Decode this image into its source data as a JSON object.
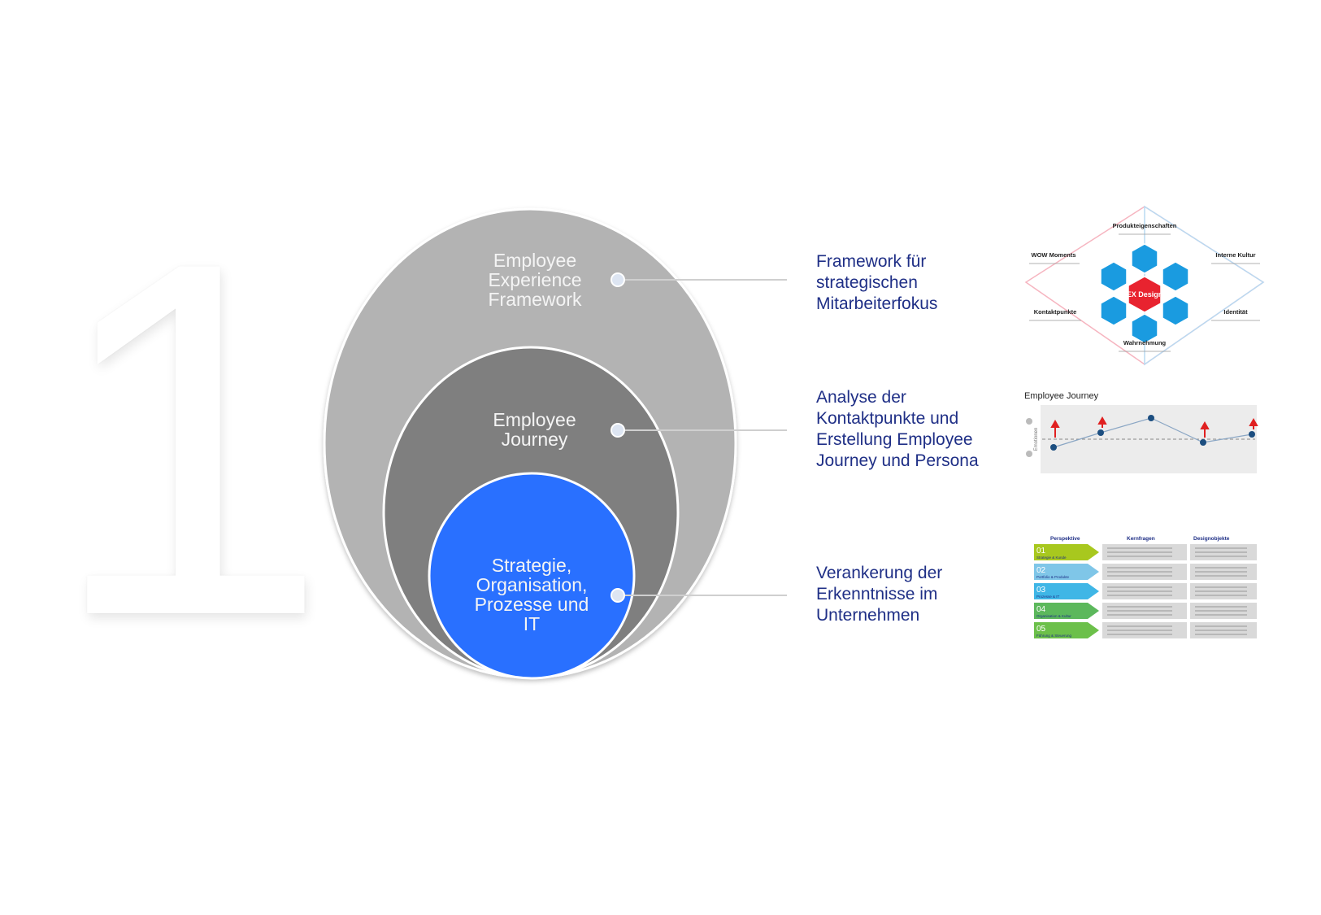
{
  "step_number": "1",
  "layers": {
    "outer": {
      "label": "Employee Experience Framework",
      "fill": "#b3b3b3"
    },
    "middle": {
      "label": "Employee Journey",
      "fill": "#7f7f7f"
    },
    "inner": {
      "label": "Strategie, Organisation, Prozesse und IT",
      "fill": "#2970ff"
    }
  },
  "descriptions": [
    "Framework für strategischen Mitarbeiterfokus",
    "Analyse der Kontaktpunkte und Erstellung Employee Journey und Persona",
    "Verankerung der Erkenntnisse im Unternehmen"
  ],
  "thumb_framework": {
    "center": "EX Design",
    "corners": [
      "Produkteigenschaften",
      "WOW Moments",
      "Interne Kultur",
      "Kontaktpunkte",
      "Identität",
      "Wahrnehmung"
    ]
  },
  "thumb_journey": {
    "title": "Employee Journey",
    "axis": "Emotionen"
  },
  "thumb_table": {
    "headers": [
      "Perspektive",
      "Kernfragen",
      "Designobjekte"
    ],
    "rows": [
      {
        "num": "01",
        "label": "Strategie & Kunde",
        "color": "#a8c81e"
      },
      {
        "num": "02",
        "label": "Portfolio & Produkte",
        "color": "#7fc6e8"
      },
      {
        "num": "03",
        "label": "Prozesse & IT",
        "color": "#3fb6e6"
      },
      {
        "num": "04",
        "label": "Organisation & Kultur",
        "color": "#5cb85c"
      },
      {
        "num": "05",
        "label": "Führung & Steuerung",
        "color": "#6cc04a"
      }
    ]
  },
  "colors": {
    "accent_text": "#1f2f86",
    "connector": "#cfcfcf"
  }
}
